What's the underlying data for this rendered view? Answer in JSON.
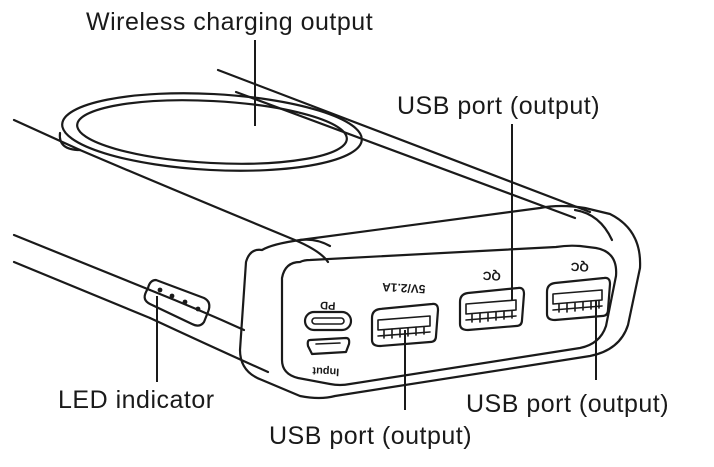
{
  "callouts": {
    "wireless": "Wireless charging output",
    "usb_top": "USB port (output)",
    "led": "LED indicator",
    "usb_right": "USB port (output)",
    "usb_bottom": "USB port (output)"
  },
  "port_labels": {
    "pd": "PD",
    "input": "Input",
    "usb_a1": "5V/2.1A",
    "usb_a2": "QC",
    "usb_a3": "QC"
  },
  "colors": {
    "ink": "#1a1a1a",
    "background": "#ffffff"
  }
}
